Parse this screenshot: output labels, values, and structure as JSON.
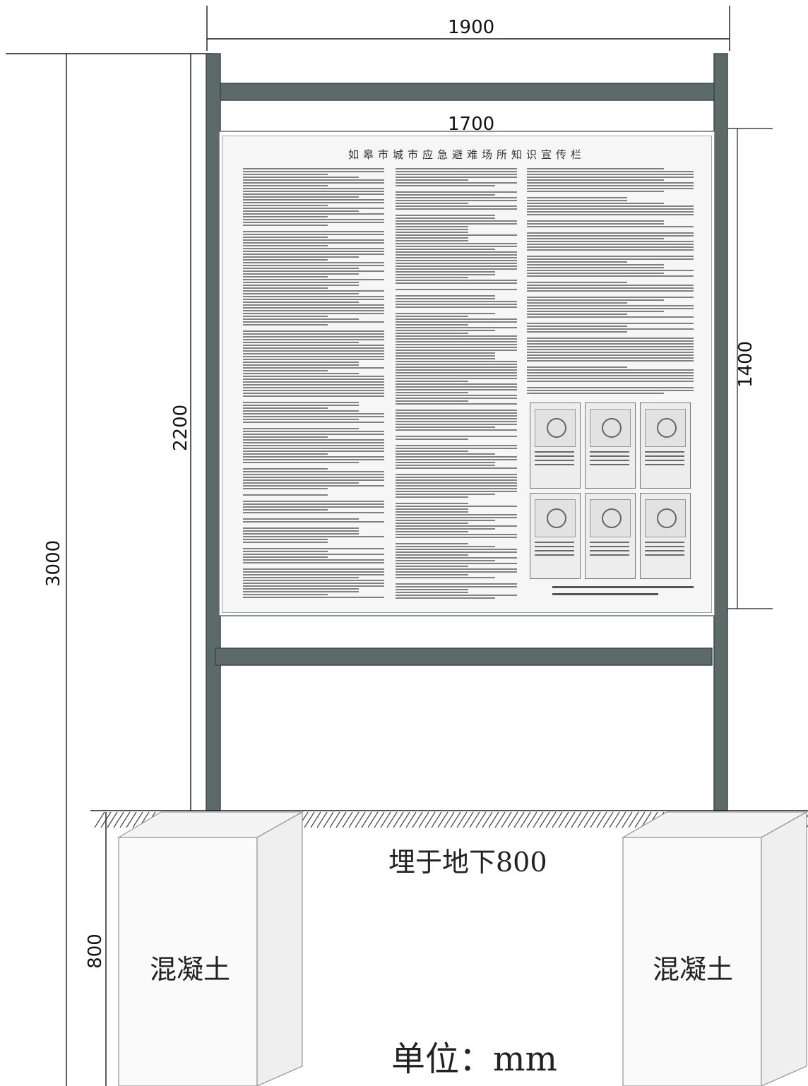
{
  "dimensions": {
    "total_width": "1900",
    "panel_width": "1700",
    "panel_height": "1400",
    "above_ground_height": "2200",
    "total_height": "3000",
    "foundation_depth": "800"
  },
  "labels": {
    "buried": "埋于地下800",
    "concrete_left": "混凝土",
    "concrete_right": "混凝土",
    "unit": "单位：mm"
  },
  "board": {
    "title": "如皋市城市应急避难场所知识宣传栏"
  },
  "colors": {
    "post": "#5d6a6a",
    "post_edge": "#3e4848",
    "line": "#1a1a1a",
    "ground_hatch": "#444444",
    "block_edge": "#9a9a9a"
  }
}
